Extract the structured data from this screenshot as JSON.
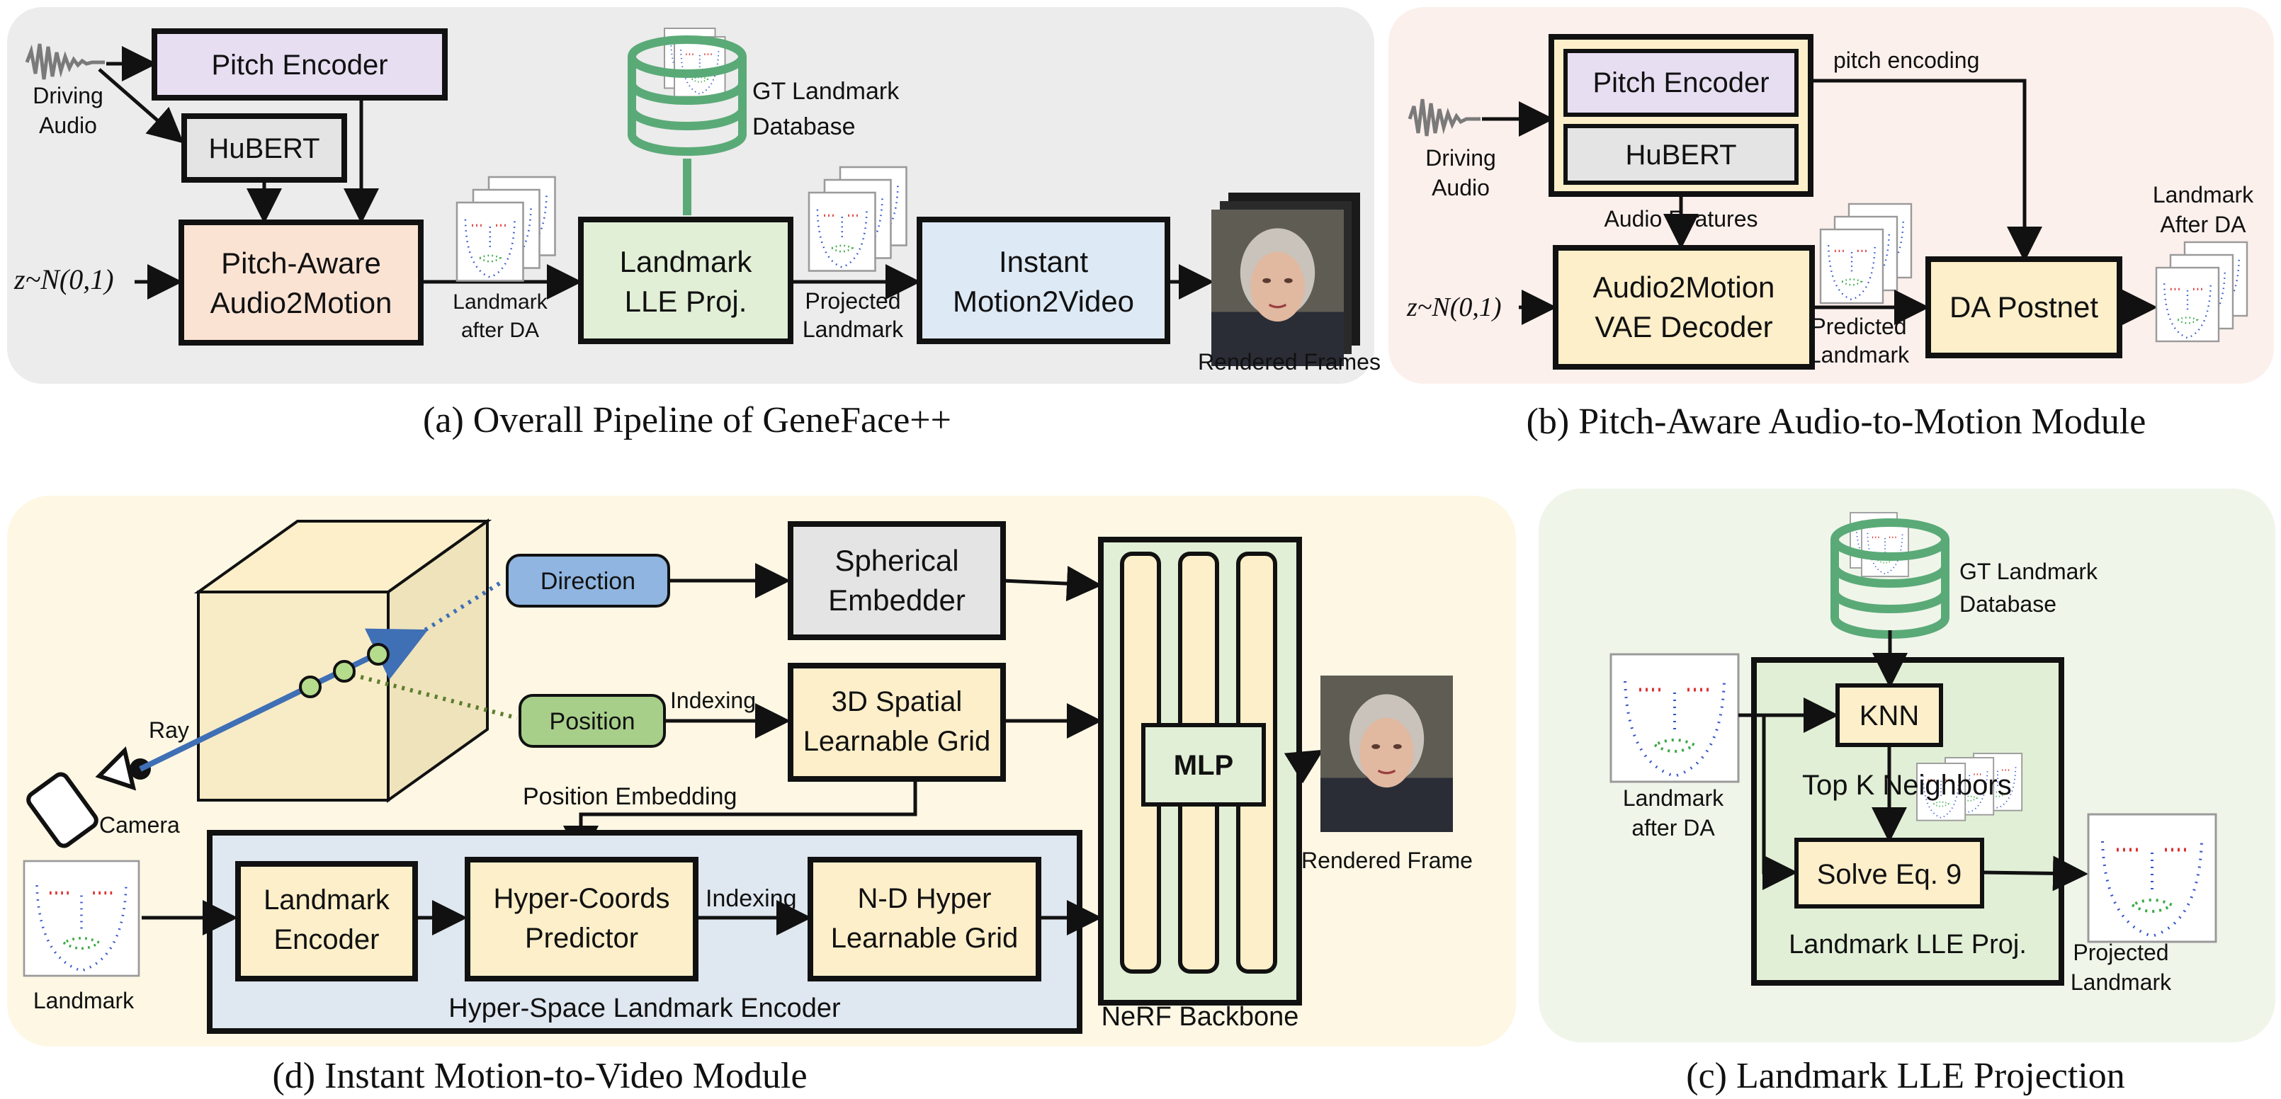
{
  "panel_a": {
    "caption": "(a) Overall Pipeline of GeneFace++",
    "driving_audio": [
      "Driving",
      "Audio"
    ],
    "pitch_encoder": "Pitch Encoder",
    "hubert": "HuBERT",
    "pitch_aware": [
      "Pitch-Aware",
      "Audio2Motion"
    ],
    "z_input": "z~N(0,1)",
    "landmark_after_da": [
      "Landmark",
      "after DA"
    ],
    "gt_db": [
      "GT Landmark",
      "Database"
    ],
    "lle_proj": [
      "Landmark",
      "LLE Proj."
    ],
    "projected_landmark": [
      "Projected",
      "Landmark"
    ],
    "instant": [
      "Instant",
      "Motion2Video"
    ],
    "rendered_frames": "Rendered Frames"
  },
  "panel_b": {
    "caption": "(b) Pitch-Aware Audio-to-Motion Module",
    "pitch_encoder": "Pitch Encoder",
    "hubert": "HuBERT",
    "pitch_encoding": "pitch encoding",
    "driving_audio": [
      "Driving",
      "Audio"
    ],
    "audio_features": "Audio  Features",
    "vae": [
      "Audio2Motion",
      "VAE Decoder"
    ],
    "z_input": "z~N(0,1)",
    "predicted_landmark": [
      "Predicted",
      "Landmark"
    ],
    "da_postnet": "DA Postnet",
    "landmark_after_da": [
      "Landmark",
      "After DA"
    ]
  },
  "panel_c": {
    "caption": "(c) Landmark LLE Projection",
    "gt_db": [
      "GT Landmark",
      "Database"
    ],
    "knn": "KNN",
    "top_k": "Top K  Neighbors",
    "solve": "Solve Eq. 9",
    "lle_proj": "Landmark LLE Proj.",
    "landmark_after_da": [
      "Landmark",
      "after DA"
    ],
    "projected_landmark": [
      "Projected",
      "Landmark"
    ]
  },
  "panel_d": {
    "caption": "(d) Instant Motion-to-Video Module",
    "ray": "Ray",
    "camera": "Camera",
    "direction": "Direction",
    "position": "Position",
    "indexing_1": "Indexing",
    "spherical": [
      "Spherical",
      "Embedder"
    ],
    "spatial_grid": [
      "3D Spatial",
      "Learnable Grid"
    ],
    "position_embedding": "Position Embedding",
    "landmark": "Landmark",
    "landmark_encoder": [
      "Landmark",
      "Encoder"
    ],
    "hyper_coords": [
      "Hyper-Coords",
      "Predictor"
    ],
    "indexing_2": "Indexing",
    "nd_grid": [
      "N-D Hyper",
      "Learnable Grid"
    ],
    "hyper_space": "Hyper-Space Landmark Encoder",
    "mlp": "MLP",
    "nerf": "NeRF Backbone",
    "rendered_frame": "Rendered Frame"
  },
  "colors": {
    "panel_a_bg": "#ececec",
    "panel_b_bg": "#fcf0ec",
    "panel_c_bg": "#f0f5ea",
    "panel_d_bg": "#fdf7e4",
    "purple_box": "#e7def2",
    "grey_box": "#e4e4e4",
    "peach_box": "#fbe3d4",
    "green_box": "#e1efd6",
    "blue_box": "#dde9f5",
    "yellow_box": "#fcefc9",
    "hyper_bg": "#dfe7f0",
    "database_green": "#5aaa77",
    "ray_blue": "#3f6fb5"
  }
}
